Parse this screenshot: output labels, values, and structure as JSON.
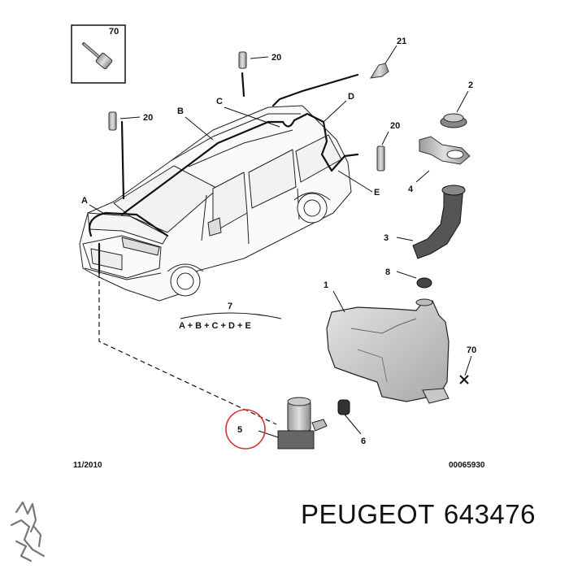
{
  "callouts": {
    "bolt_box": "70",
    "nozzle_top": "20",
    "nozzle_left": "20",
    "nozzle_right": "20",
    "jet_21": "21",
    "cap_2": "2",
    "bracket_4": "4",
    "pipe_3": "3",
    "grommet_8": "8",
    "tank_1": "1",
    "clip_70": "70",
    "pump_5": "5",
    "seal_6": "6"
  },
  "hose_labels": {
    "A": "A",
    "B": "B",
    "C": "C",
    "D": "D",
    "E": "E"
  },
  "hose_set": {
    "number": "7",
    "formula": "A + B + C + D + E"
  },
  "footer": {
    "date": "11/2010",
    "code": "00065930"
  },
  "brand": {
    "name": "PEUGEOT",
    "part_number": "643476"
  },
  "colors": {
    "line": "#111111",
    "highlight_circle": "#d9342b",
    "part_fill": "#cfcfcf",
    "part_shade": "#9a9a9a"
  }
}
